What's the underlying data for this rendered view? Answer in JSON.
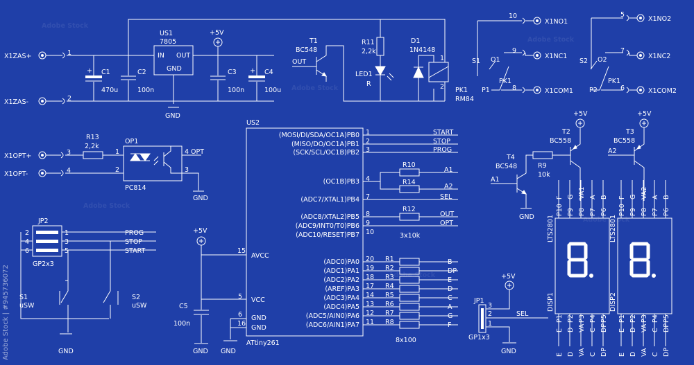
{
  "connectors": {
    "x1zas_plus": "X1ZAS+",
    "x1zas_minus": "X1ZAS-",
    "x1opt_plus": "X1OPT+",
    "x1opt_minus": "X1OPT-",
    "x1no1": "X1NO1",
    "x1nc1": "X1NC1",
    "x1com1": "X1COM1",
    "x1no2": "X1NO2",
    "x1nc2": "X1NC2",
    "x1com2": "X1COM2"
  },
  "pins": {
    "p1": "1",
    "p2": "2",
    "p3": "3",
    "p4": "4",
    "p5": "5",
    "p6": "6",
    "p7": "7",
    "p8": "8",
    "p9": "9",
    "p10": "10",
    "p11": "11",
    "p12": "12",
    "p13": "13",
    "p14": "14",
    "p15": "15",
    "p16": "16",
    "p17": "17",
    "p18": "18",
    "p19": "19",
    "p20": "20"
  },
  "power": {
    "vcc": "+5V",
    "gnd": "GND"
  },
  "regulator": {
    "name": "US1",
    "part": "7805",
    "in": "IN",
    "out": "OUT",
    "gnd": "GND"
  },
  "caps": {
    "c1": "C1",
    "c1v": "470u",
    "c2": "C2",
    "c2v": "100n",
    "c3": "C3",
    "c3v": "100n",
    "c4": "C4",
    "c4v": "100u",
    "c5": "C5",
    "c5v": "100n"
  },
  "transistors": {
    "t1": "T1",
    "t1p": "BC548",
    "out": "OUT",
    "t2": "T2",
    "t2p": "BC558",
    "t3": "T3",
    "t3p": "BC558",
    "t4": "T4",
    "t4p": "BC548",
    "a1": "A1",
    "a2": "A2"
  },
  "resistors": {
    "r11": "R11",
    "r11v": "2,2k",
    "r13": "R13",
    "r13v": "2,2k",
    "r9": "R9",
    "r9v": "10k",
    "r10": "R10",
    "r14": "R14",
    "r12": "R12",
    "r_triple": "3x10k",
    "r1": "R1",
    "r2": "R2",
    "r3": "R3",
    "r4": "R4",
    "r5": "R5",
    "r6": "R6",
    "r7": "R7",
    "r8": "R8",
    "r_octal": "8x100"
  },
  "led": {
    "name": "LED1",
    "color": "R"
  },
  "diode": {
    "name": "D1",
    "part": "1N4148"
  },
  "relay": {
    "name": "PK1",
    "part": "RM84",
    "s1": "S1",
    "s2": "S2",
    "o1": "O1",
    "o2": "O2",
    "p1": "P1",
    "p2": "P2",
    "pk1": "PK1"
  },
  "opto": {
    "name": "OP1",
    "part": "PC814",
    "opt": "OPT"
  },
  "mcu": {
    "name": "US2",
    "part": "ATtiny261",
    "right_pins": [
      "(MOSI/DI/SDA/OC1A)PB0",
      "(MISO/DO/OC1A)PB1",
      "(SCK/SCL/OC1B)PB2",
      "(OC1B)PB3",
      "(ADC7/XTAL1)PB4",
      "(ADC8/XTAL2)PB5",
      "(ADC9/INT0/T0)PB6",
      "(ADC10/RESET)PB7",
      "(ADC0)PA0",
      "(ADC1)PA1",
      "(ADC2)PA2",
      "(AREF)PA3",
      "(ADC3)PA4",
      "(ADC4)PA5",
      "(ADC5/AIN0)PA6",
      "(ADC6/AIN1)PA7"
    ],
    "avcc": "AVCC",
    "vcc": "VCC",
    "gnd": "GND"
  },
  "nets": {
    "start": "START",
    "stop": "STOP",
    "prog": "PROG",
    "sel": "SEL",
    "out": "OUT",
    "opt": "OPT",
    "a1": "A1",
    "a2": "A2",
    "b": "B",
    "dp": "DP",
    "e": "E",
    "d": "D",
    "c": "C",
    "a": "A",
    "g": "G",
    "f": "F"
  },
  "jumpers": {
    "jp2": "JP2",
    "jp2p": "GP2x3",
    "jp1": "JP1",
    "jp1p": "GP1x3"
  },
  "switches": {
    "s1": "S1",
    "s2": "S2",
    "type": "uSW"
  },
  "displays": {
    "part": "LTS2801",
    "disp1": "DISP1",
    "disp2": "DISP2",
    "top_pins": [
      "P10",
      "P9",
      "P8",
      "P7",
      "P6"
    ],
    "top_segs": [
      "F",
      "G",
      "VA1",
      "A",
      "B"
    ],
    "top_segs2": [
      "F",
      "G",
      "VA2",
      "A",
      "B"
    ],
    "bot_pins": [
      "P1",
      "P2",
      "P3",
      "P4",
      "P5"
    ],
    "bot_segs": [
      "E",
      "D",
      "VA",
      "C",
      "DP"
    ]
  },
  "watermark": "Adobe Stock | #945736072"
}
